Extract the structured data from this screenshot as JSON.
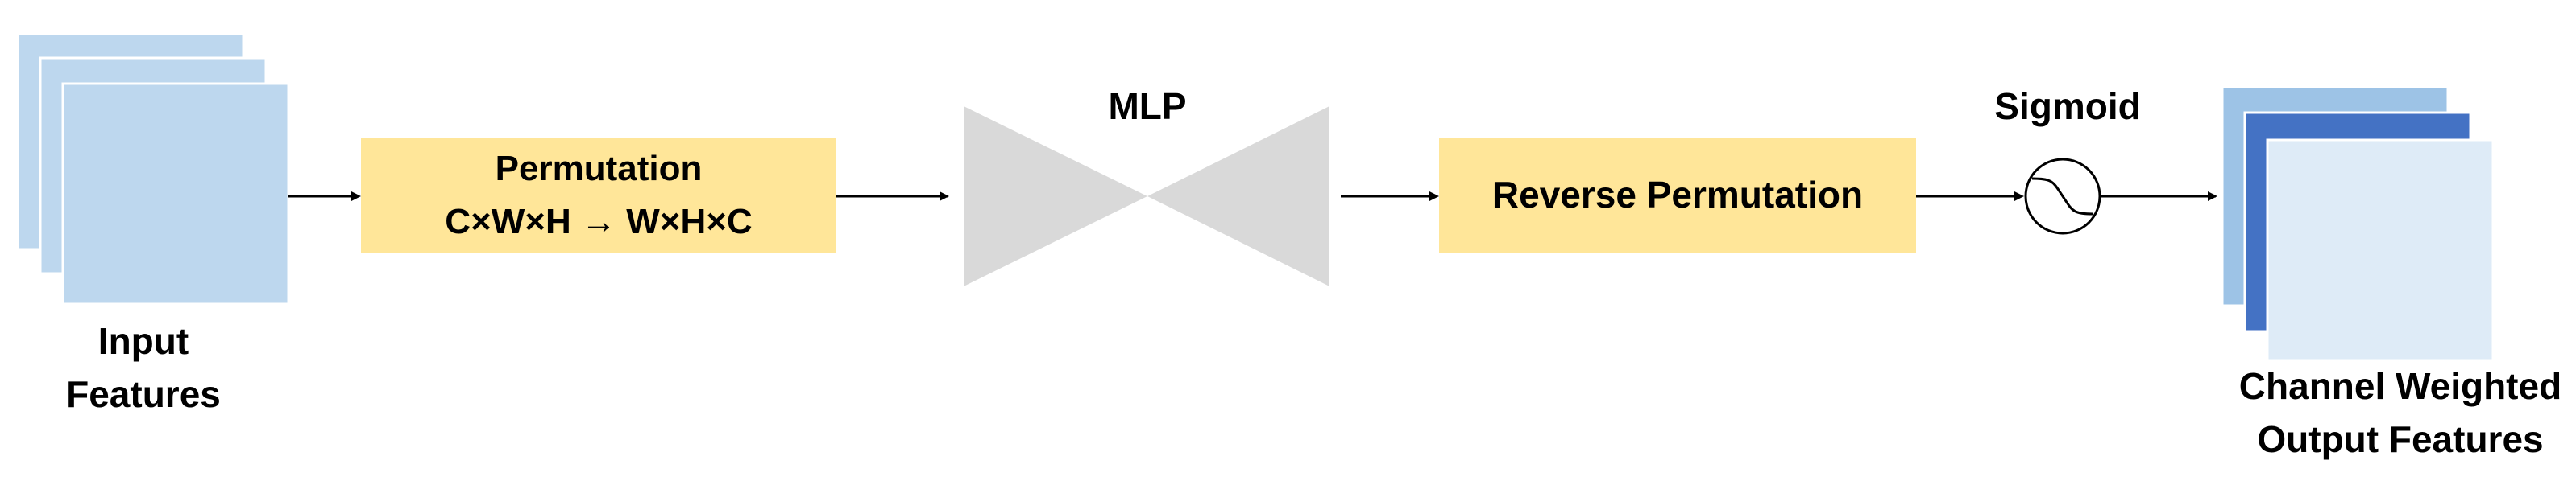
{
  "colors": {
    "input_feature_map": "#bdd7ee",
    "input_feature_map_border": "#bdd7ee",
    "permutation_box": "#ffe699",
    "mlp_shape": "#d9d9d9",
    "output_back": "#9dc3e6",
    "output_middle": "#4472c4",
    "output_front": "#deebf7",
    "arrow": "#000000"
  },
  "input_block": {
    "label_line1": "Input",
    "label_line2": "Features"
  },
  "permutation_block": {
    "title": "Permutation",
    "subtitle": "C×W×H → W×H×C"
  },
  "mlp_block": {
    "label": "MLP"
  },
  "reverse_permutation_block": {
    "label": "Reverse Permutation"
  },
  "sigmoid_block": {
    "label": "Sigmoid",
    "icon": "sigmoid-curve-icon"
  },
  "output_block": {
    "label_line1": "Channel Weighted",
    "label_line2": "Output Features"
  }
}
